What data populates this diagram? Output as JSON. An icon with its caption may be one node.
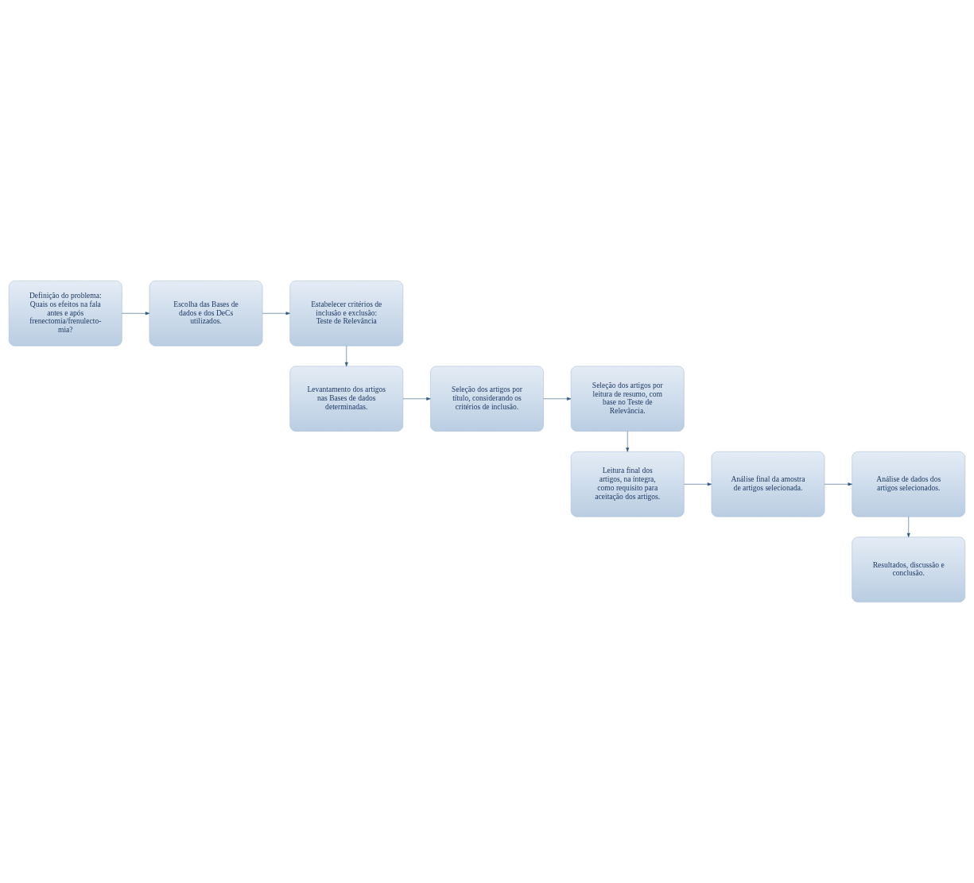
{
  "diagram": {
    "nodes": [
      {
        "text": [
          "Definição do problema: Quais os efeitos na fala antes e após frenectomia/frenulecto-mia?"
        ]
      },
      {
        "text": [
          "Escolha das Bases de dados e dos DeCs utilizados."
        ]
      },
      {
        "text": [
          "Estabelecer critérios de inclusão e exclusão: Teste de Relevância"
        ]
      },
      {
        "text": [
          "Levantamento dos artigos nas Bases de dados determinadas."
        ]
      },
      {
        "text": [
          "Seleção dos artigos por título, considerando os critérios de inclusão."
        ]
      },
      {
        "text": [
          "Seleção dos artigos por leitura de resumo, com base no Teste de Relevância."
        ]
      },
      {
        "text": [
          "Leitura final dos artigos, na íntegra, como requisito para aceitação dos artigos."
        ]
      },
      {
        "text": [
          "Análise final da amostra de artigos selecionada."
        ]
      },
      {
        "text": [
          "Análise de dados dos artigos selecionados."
        ]
      },
      {
        "text": [
          "Resultados, discussão e conclusão."
        ]
      }
    ],
    "edges": [
      {
        "from": 0,
        "to": 1,
        "arrow": "to"
      },
      {
        "from": 1,
        "to": 2,
        "arrow": "to"
      },
      {
        "from": 2,
        "to": 3,
        "arrow": "to"
      },
      {
        "from": 3,
        "to": 4,
        "arrow": "to"
      },
      {
        "from": 4,
        "to": 5,
        "arrow": "to"
      },
      {
        "from": 5,
        "to": 6,
        "arrow": "to"
      },
      {
        "from": 6,
        "to": 7,
        "arrow": "to"
      },
      {
        "from": 7,
        "to": 8,
        "arrow": "to"
      },
      {
        "from": 8,
        "to": 9,
        "arrow": "to"
      }
    ]
  }
}
